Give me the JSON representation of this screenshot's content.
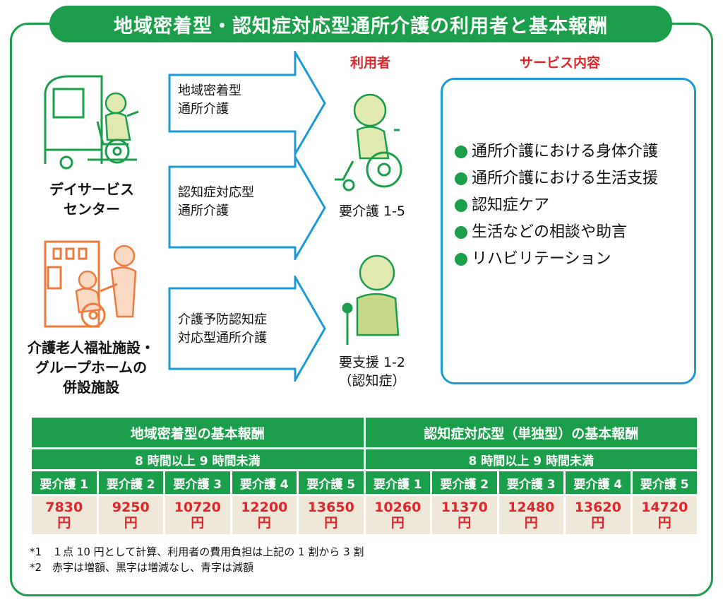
{
  "title": "地域密着型・認知症対応型通所介護の利用者と基本報酬",
  "facilities": [
    {
      "label_lines": [
        "デイサービス",
        "センター"
      ]
    },
    {
      "label_lines": [
        "介護老人福祉施設・",
        "グループホームの",
        "併設施設"
      ]
    }
  ],
  "arrows": [
    {
      "lines": [
        "地域密着型",
        "通所介護"
      ]
    },
    {
      "lines": [
        "認知症対応型",
        "通所介護"
      ]
    },
    {
      "lines": [
        "介護予防認知症",
        "対応型通所介護"
      ]
    }
  ],
  "users": {
    "heading": "利用者",
    "care_label": "要介護 1-5",
    "support_lines": [
      "要支援 1-2",
      "（認知症）"
    ]
  },
  "services": {
    "heading": "サービス内容",
    "items": [
      "通所介護における身体介護",
      "通所介護における生活支援",
      "認知症ケア",
      "生活などの相談や助言",
      "リハビリテーション"
    ]
  },
  "fee_table": {
    "groups": [
      {
        "title": "地域密着型の基本報酬",
        "duration": "8 時間以上 9 時間未満",
        "levels": [
          "要介護 1",
          "要介護 2",
          "要介護 3",
          "要介護 4",
          "要介護 5"
        ],
        "values": [
          "7830",
          "9250",
          "10720",
          "12200",
          "13650"
        ],
        "unit": "円"
      },
      {
        "title": "認知症対応型（単独型）の基本報酬",
        "duration": "8 時間以上 9 時間未満",
        "levels": [
          "要介護 1",
          "要介護 2",
          "要介護 3",
          "要介護 4",
          "要介護 5"
        ],
        "values": [
          "10260",
          "11370",
          "12480",
          "13620",
          "14720"
        ],
        "unit": "円"
      }
    ]
  },
  "notes": [
    "*1　１点 10 円として計算、利用者の費用負担は上記の 1 割から 3 割",
    "*2　赤字は増額、黒字は増減なし、青字は減額"
  ],
  "colors": {
    "green": "#1a9e4a",
    "red": "#e0262b",
    "blue": "#1a9bd7",
    "beige": "#efe7d8",
    "orange": "#f07a3c"
  }
}
